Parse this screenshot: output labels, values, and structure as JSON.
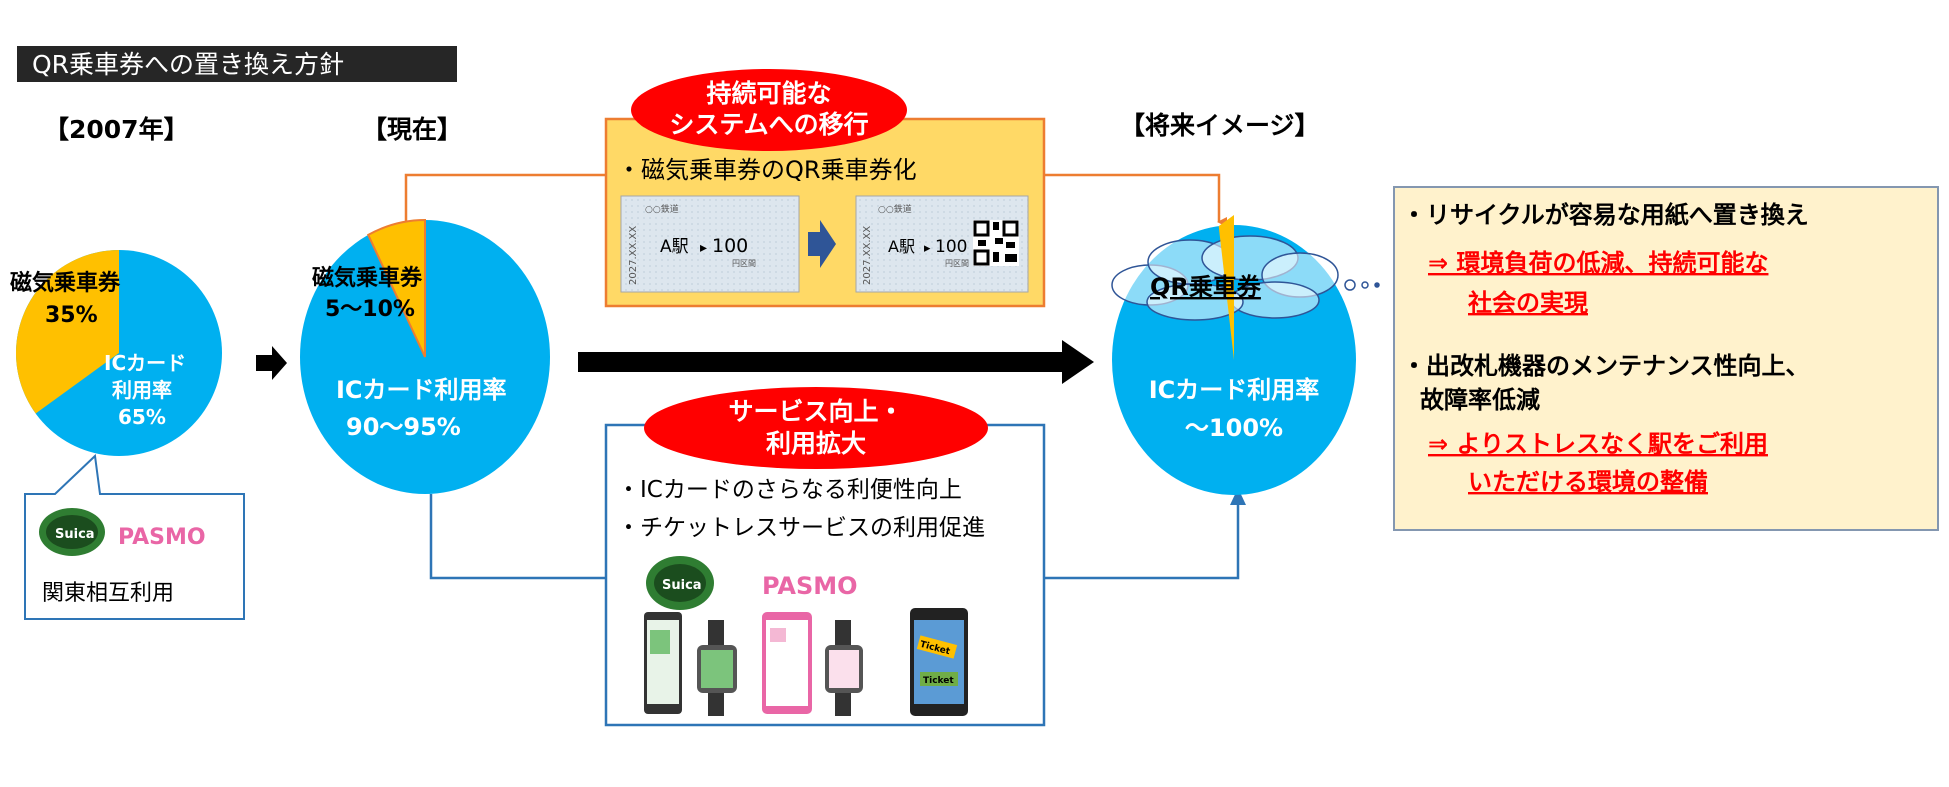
{
  "title": "QR乗車券への置き換え方針",
  "stages": {
    "past": "【2007年】",
    "present": "【現在】",
    "future": "【将来イメージ】"
  },
  "pie_past": {
    "magnetic_label": "磁気乗車券",
    "magnetic_value": "35%",
    "ic_label_1": "ICカード",
    "ic_label_2": "利用率",
    "ic_value": "65%",
    "magnetic_share": 35
  },
  "pie_present": {
    "magnetic_label": "磁気乗車券",
    "magnetic_value": "5～10%",
    "ic_label": "ICカード利用率",
    "ic_value": "90～95%",
    "magnetic_share": 7.5
  },
  "pie_future": {
    "qr_label": "QR乗車券",
    "ic_label": "ICカード利用率",
    "ic_value": "～100%",
    "qr_share": 2
  },
  "callout": {
    "logo_suica": "Suica",
    "logo_pasmo": "PASMO",
    "text": "関東相互利用"
  },
  "sustainable": {
    "badge_line1": "持続可能な",
    "badge_line2": "システムへの移行",
    "bullet": "・磁気乗車券のQR乗車券化",
    "ticket_issuer": "○○鉄道",
    "ticket_date": "2027.XX.XX",
    "ticket_station": "A駅",
    "ticket_fare": "100",
    "ticket_zone": "円区間"
  },
  "service": {
    "badge_line1": "サービス向上・",
    "badge_line2": "利用拡大",
    "bullet1": "・ICカードのさらなる利便性向上",
    "bullet2": "・チケットレスサービスの利用促進",
    "logo_suica": "Suica",
    "logo_pasmo": "PASMO",
    "ticket_word": "Ticket"
  },
  "benefits": {
    "item1": "・リサイクルが容易な用紙へ置き換え",
    "item1_result_line1": "⇒ 環境負荷の低減、持続可能な",
    "item1_result_line2": "社会の実現",
    "item2_line1": "・出改札機器のメンテナンス性向上、",
    "item2_line2": "故障率低減",
    "item2_result_line1": "⇒ よりストレスなく駅をご利用",
    "item2_result_line2": "いただける環境の整備"
  },
  "colors": {
    "ic_blue": "#00b0f0",
    "magnetic_yellow": "#ffc000",
    "badge_red": "#ff0000",
    "orange_line": "#ed7d31",
    "blue_line": "#2e75b6",
    "yellow_box": "#ffd966",
    "benefit_box": "#fff2cc",
    "emphasis_red": "#ff0000",
    "suica_green": "#2f7d32",
    "pasmo_pink": "#e966a6"
  }
}
